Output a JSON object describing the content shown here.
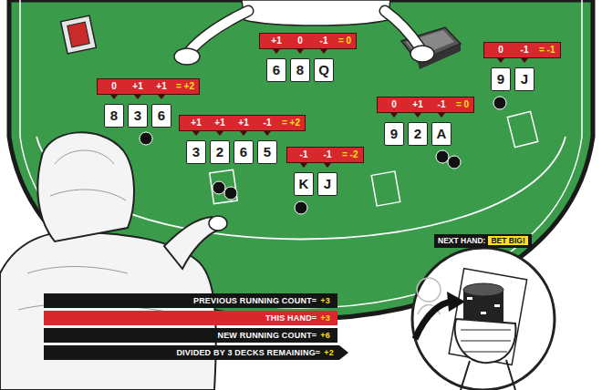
{
  "diagram": {
    "nodes": [
      {
        "text": [
          "+1",
          "0",
          "-1",
          "= 0"
        ]
      },
      {
        "text": [
          "6"
        ]
      },
      {
        "text": [
          "8"
        ]
      },
      {
        "text": [
          "Q"
        ]
      },
      {
        "text": [
          "0",
          "-1",
          "= -1"
        ]
      },
      {
        "text": [
          "9"
        ]
      },
      {
        "text": [
          "J"
        ]
      },
      {
        "text": [
          "0",
          "+1",
          "+1",
          "= +2"
        ]
      },
      {
        "text": [
          "8"
        ]
      },
      {
        "text": [
          "3"
        ]
      },
      {
        "text": [
          "6"
        ]
      },
      {
        "text": [
          "0",
          "+1",
          "-1",
          "= 0"
        ]
      },
      {
        "text": [
          "9"
        ]
      },
      {
        "text": [
          "2"
        ]
      },
      {
        "text": [
          "A"
        ]
      },
      {
        "text": [
          "+1",
          "+1",
          "+1",
          "-1",
          "= +2"
        ]
      },
      {
        "text": [
          "3"
        ]
      },
      {
        "text": [
          "2"
        ]
      },
      {
        "text": [
          "6"
        ]
      },
      {
        "text": [
          "5"
        ]
      },
      {
        "text": [
          "-1",
          "-1",
          "= -2"
        ]
      },
      {
        "text": [
          "K"
        ]
      },
      {
        "text": [
          "J"
        ]
      },
      {
        "text": [
          "NEXT HAND:",
          "BET BIG!"
        ]
      },
      {
        "text": [
          "PREVIOUS RUNNING COUNT=",
          "+3"
        ]
      },
      {
        "text": [
          "THIS HAND=",
          "+3"
        ]
      },
      {
        "text": [
          "NEW RUNNING COUNT=",
          "+6"
        ]
      },
      {
        "text": [
          "DIVIDED BY 3 DECKS REMAINING=",
          "+2"
        ]
      }
    ]
  }
}
